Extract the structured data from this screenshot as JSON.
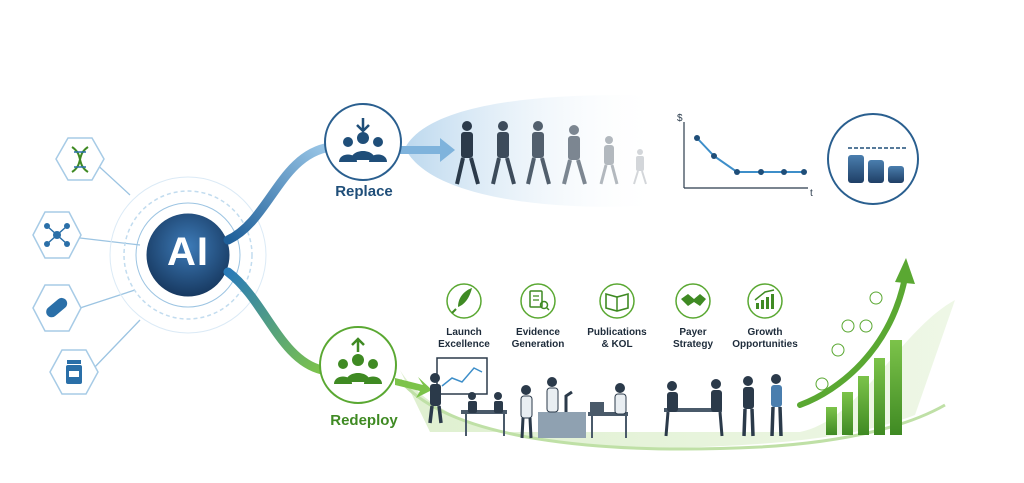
{
  "hub": {
    "label": "AI"
  },
  "source_icons": [
    "dna-icon",
    "molecule-icon",
    "pill-icon",
    "medicine-bottle-icon"
  ],
  "branches": {
    "replace": {
      "label": "Replace"
    },
    "redeploy": {
      "label": "Redeploy"
    }
  },
  "cost_chart": {
    "y_axis_symbol": "$",
    "x_axis_symbol": "t"
  },
  "functions": [
    {
      "label": "Launch\nExcellence",
      "icon": "rocket-icon"
    },
    {
      "label": "Evidence\nGeneration",
      "icon": "document-search-icon"
    },
    {
      "label": "Publications\n& KOL",
      "icon": "open-book-icon"
    },
    {
      "label": "Payer\nStrategy",
      "icon": "handshake-icon"
    },
    {
      "label": "Growth\nOpportunities",
      "icon": "growth-chart-icon"
    }
  ],
  "colors": {
    "navy": "#1f4e79",
    "blue": "#4a90c4",
    "green": "#5aa832",
    "dark_green": "#3f8a23"
  }
}
